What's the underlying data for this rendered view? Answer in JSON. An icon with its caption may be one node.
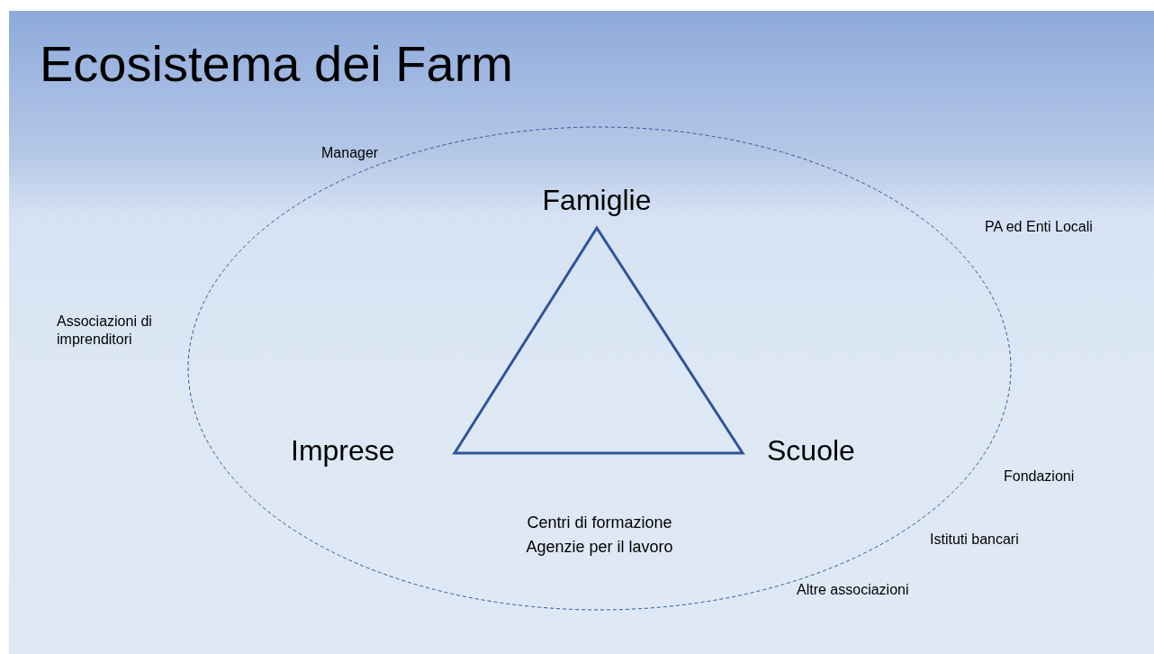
{
  "diagram": {
    "title": "Ecosistema dei Farm",
    "labels": [
      "Manager",
      "Famiglie",
      "PA ed Enti Locali",
      "Associazioni di imprenditori",
      "Imprese",
      "Scuole",
      "Fondazioni",
      "Centri di formazione",
      "Istituti bancari",
      "Agenzie per il lavoro",
      "Altre associazioni"
    ]
  }
}
